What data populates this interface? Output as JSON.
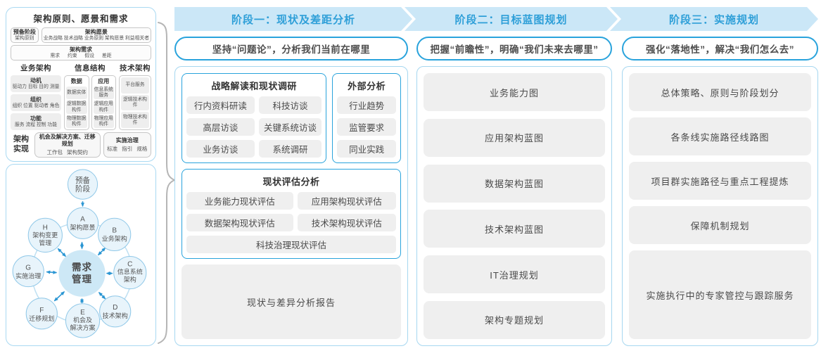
{
  "palette": {
    "accent_blue": "#29a3dc",
    "band_bg": "#cbe7f7",
    "band_text": "#2e9fd8",
    "panel_border": "#a9d9f2",
    "item_gray": "#efefef",
    "arrow_blue": "#2b96d3"
  },
  "left_panel": {
    "title": "架构原则、愿景和需求",
    "prep_box": {
      "title": "预备阶段",
      "sub": "架构原则"
    },
    "vision_box": {
      "title": "架构愿景",
      "sub": "业务战略 技术战略 业务原则 架构愿景 利益相关者"
    },
    "req_box": {
      "title": "架构需求",
      "sub": "需求 约束 假设 差距"
    },
    "business": {
      "header": "业务架构",
      "items": [
        {
          "title": "动机",
          "sub": "驱动力 目标 目的 测量"
        },
        {
          "title": "组织",
          "sub": "组织 位置 驱动者 角色"
        },
        {
          "title": "功能",
          "sub": "服务 流程 控制 功能"
        }
      ]
    },
    "information": {
      "header": "信息结构",
      "data_col": {
        "title": "数据",
        "items": [
          "数据实体",
          "逻辑数据构件",
          "物理数据构件"
        ]
      },
      "app_col": {
        "title": "应用",
        "items": [
          "信息系统服务",
          "逻辑应用构件",
          "物理应用构件"
        ]
      }
    },
    "technology": {
      "header": "技术架构",
      "items": [
        "平台服务",
        "逻辑技术构件",
        "物理技术构件"
      ]
    },
    "realization": {
      "label": "架构实现",
      "box1": {
        "title": "机会及解决方案、迁移规划",
        "sub": "工作包 架构契约"
      },
      "box2": {
        "title": "实施治理",
        "sub": "标准 指引 规格"
      }
    }
  },
  "adm": {
    "prep": {
      "line1": "预备",
      "line2": "阶段"
    },
    "center": {
      "line1": "需求",
      "line2": "管理"
    },
    "nodes": {
      "a": {
        "letter": "A",
        "line1": "架构愿景"
      },
      "b": {
        "letter": "B",
        "line1": "业务架构"
      },
      "c": {
        "letter": "C",
        "line1": "信息系统",
        "line2": "架构"
      },
      "d": {
        "letter": "D",
        "line1": "技术架构"
      },
      "e": {
        "letter": "E",
        "line1": "机会及",
        "line2": "解决方案"
      },
      "f": {
        "letter": "F",
        "line1": "迁移规划"
      },
      "g": {
        "letter": "G",
        "line1": "实施治理"
      },
      "h": {
        "letter": "H",
        "line1": "架构变更",
        "line2": "管理"
      }
    }
  },
  "phases": [
    {
      "header": "阶段一：现状及差距分析",
      "subtitle": "坚持“问题论”，分析我们当前在哪里",
      "group1": {
        "title": "战略解读和现状调研",
        "items": [
          "行内资料研读",
          "科技访谈",
          "高层访谈",
          "关键系统访谈",
          "业务访谈",
          "系统调研"
        ]
      },
      "group2": {
        "title": "外部分析",
        "items": [
          "行业趋势",
          "监管要求",
          "同业实践"
        ]
      },
      "group3": {
        "title": "现状评估分析",
        "items": [
          "业务能力现状评估",
          "应用架构现状评估",
          "数据架构现状评估",
          "技术架构现状评估"
        ],
        "wide_item": "科技治理现状评估"
      },
      "report": "现状与差异分析报告"
    },
    {
      "header": "阶段二：目标蓝图规划",
      "subtitle": "把握“前瞻性”，明确“我们未来去哪里”",
      "items": [
        "业务能力图",
        "应用架构蓝图",
        "数据架构蓝图",
        "技术架构蓝图",
        "IT治理规划",
        "架构专题规划"
      ]
    },
    {
      "header": "阶段三：实施规划",
      "subtitle": "强化“落地性”，解决“我们怎么去”",
      "items": [
        "总体策略、原则与阶段划分",
        "各条线实施路径线路图",
        "项目群实施路径与重点工程提炼",
        "保障机制规划"
      ],
      "tall_item": "实施执行中的专家管控与跟踪服务"
    }
  ]
}
